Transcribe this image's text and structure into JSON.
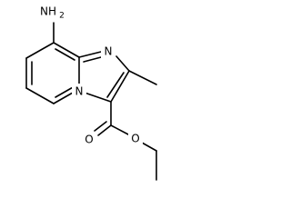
{
  "molecule": {
    "atoms": {
      "amine": "NH",
      "amine_h_count": "2",
      "imidazole_n": "N",
      "bridgehead_n": "N",
      "carbonyl_o": "O",
      "ester_o": "O"
    }
  },
  "colors": {
    "bond": "#000000",
    "text": "#000000",
    "background": "#ffffff"
  }
}
